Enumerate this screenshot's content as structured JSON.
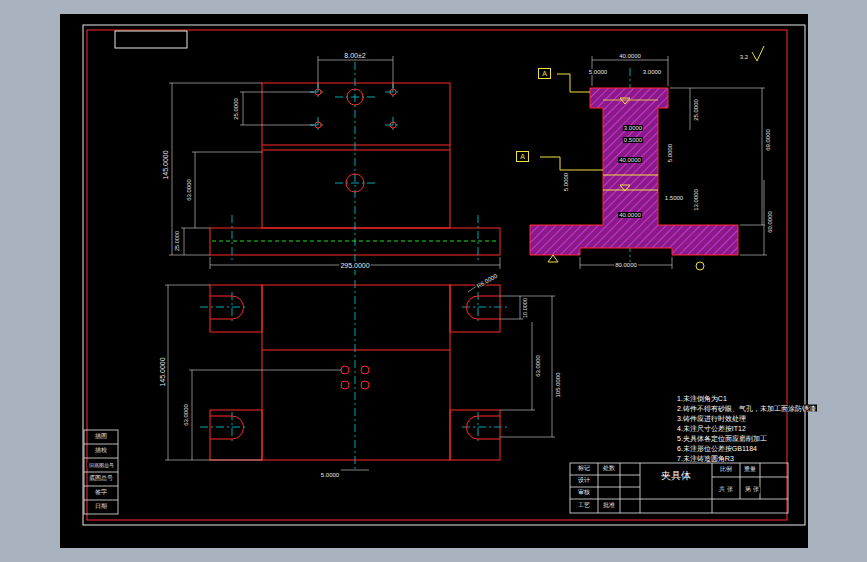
{
  "diagram": {
    "nodes": [
      {
        "text": [
          "夹具体"
        ]
      },
      {
        "text": [
          "A"
        ]
      },
      {
        "text": [
          "A"
        ]
      }
    ],
    "labels": [
      "8.00±2",
      "25.0000",
      "145.0000",
      "63.0000",
      "25.0000",
      "295.0000",
      "R6.0000",
      "145.0000",
      "63.0000",
      "10.0000",
      "63.0000",
      "105.0000",
      "5.0000",
      "40.0000",
      "5.0000",
      "3.0000",
      "25.0000",
      "3.0000",
      "0.5000",
      "40.0000",
      "5.0000",
      "5.0000",
      "1.5000",
      "13.0000",
      "40.0000",
      "69.0000",
      "60.0000",
      "80.0000",
      "3.2",
      "1.未注倒角为C1",
      "2.铸件不得有砂眼、气孔，未加工面涂防锈漆",
      "3.铸件应进行时效处理",
      "4.未注尺寸公差按IT12",
      "5.夹具体各定位面应磨削加工",
      "6.未注形位公差按GB1184",
      "7.未注铸造圆角R3",
      "标记",
      "处数",
      "设计",
      "审核",
      "工艺",
      "批准",
      "比例",
      "重量",
      "共 张",
      "第 张",
      "描图",
      "描校",
      "旧底图总号",
      "底图总号",
      "签字",
      "日期"
    ]
  }
}
